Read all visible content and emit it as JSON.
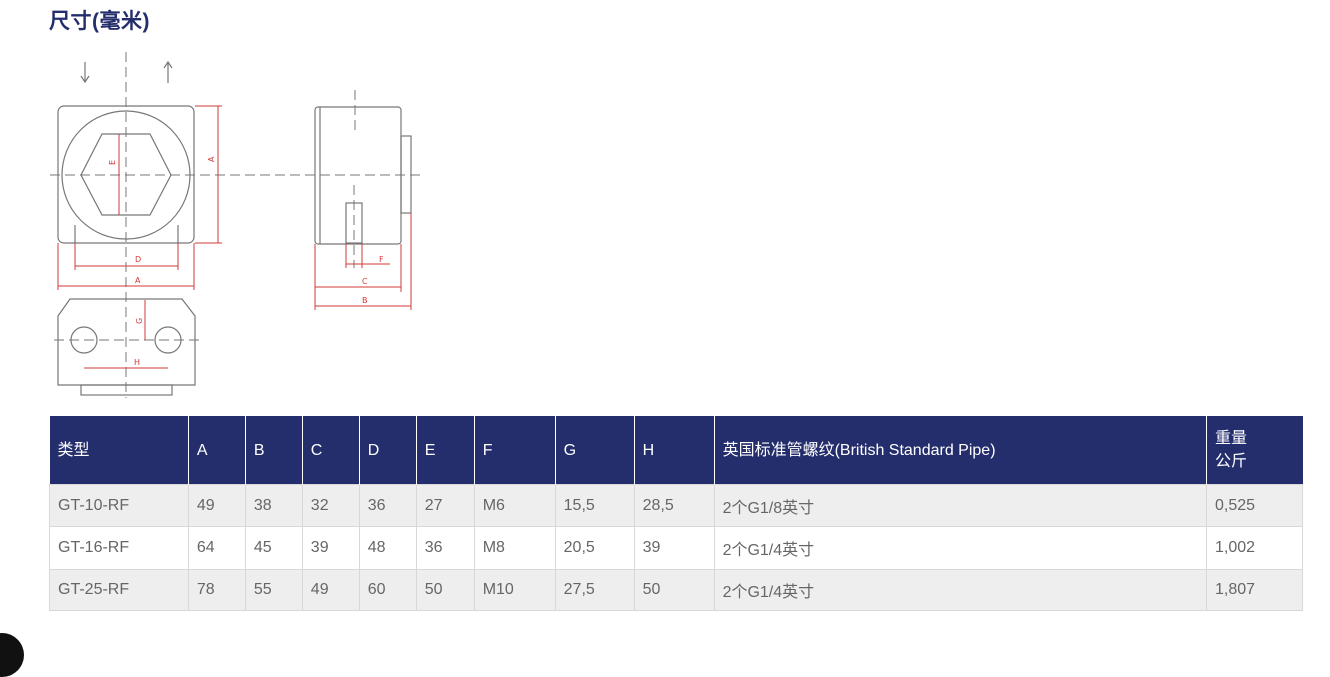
{
  "page": {
    "title": "尺寸(毫米)"
  },
  "drawing": {
    "dim_labels": {
      "A": "A",
      "B": "B",
      "C": "C",
      "D": "D",
      "E": "E",
      "F": "F",
      "G": "G",
      "H": "H"
    }
  },
  "table": {
    "headers": {
      "type": "类型",
      "a": "A",
      "b": "B",
      "c": "C",
      "d": "D",
      "e": "E",
      "f": "F",
      "g": "G",
      "h": "H",
      "thread": "英国标准管螺纹(British Standard Pipe)",
      "weight_line1": "重量",
      "weight_line2": "公斤"
    },
    "rows": [
      {
        "type": "GT-10-RF",
        "a": "49",
        "b": "38",
        "c": "32",
        "d": "36",
        "e": "27",
        "f": "M6",
        "g": "15,5",
        "h": "28,5",
        "thread": "2个G1/8英寸",
        "weight": "0,525"
      },
      {
        "type": "GT-16-RF",
        "a": "64",
        "b": "45",
        "c": "39",
        "d": "48",
        "e": "36",
        "f": "M8",
        "g": "20,5",
        "h": "39",
        "thread": "2个G1/4英寸",
        "weight": "1,002"
      },
      {
        "type": "GT-25-RF",
        "a": "78",
        "b": "55",
        "c": "49",
        "d": "60",
        "e": "50",
        "f": "M10",
        "g": "27,5",
        "h": "50",
        "thread": "2个G1/4英寸",
        "weight": "1,807"
      }
    ]
  },
  "colors": {
    "header_bg": "#252e6c",
    "title": "#252e6c",
    "dim_line": "#d33a3a",
    "outline": "#777777"
  }
}
